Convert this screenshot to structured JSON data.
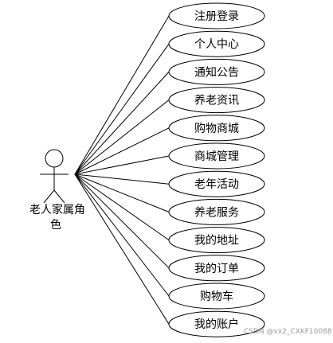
{
  "actor": {
    "label_line1": "老人家属角",
    "label_line2": "色"
  },
  "use_cases": [
    "注册登录",
    "个人中心",
    "通知公告",
    "养老资讯",
    "购物商城",
    "商城管理",
    "老年活动",
    "养老服务",
    "我的地址",
    "我的订单",
    "购物车",
    "我的账户"
  ],
  "watermark": "CSDN @vx2_CXKF10088",
  "colors": {
    "stroke": "#000000",
    "background": "#ffffff"
  }
}
